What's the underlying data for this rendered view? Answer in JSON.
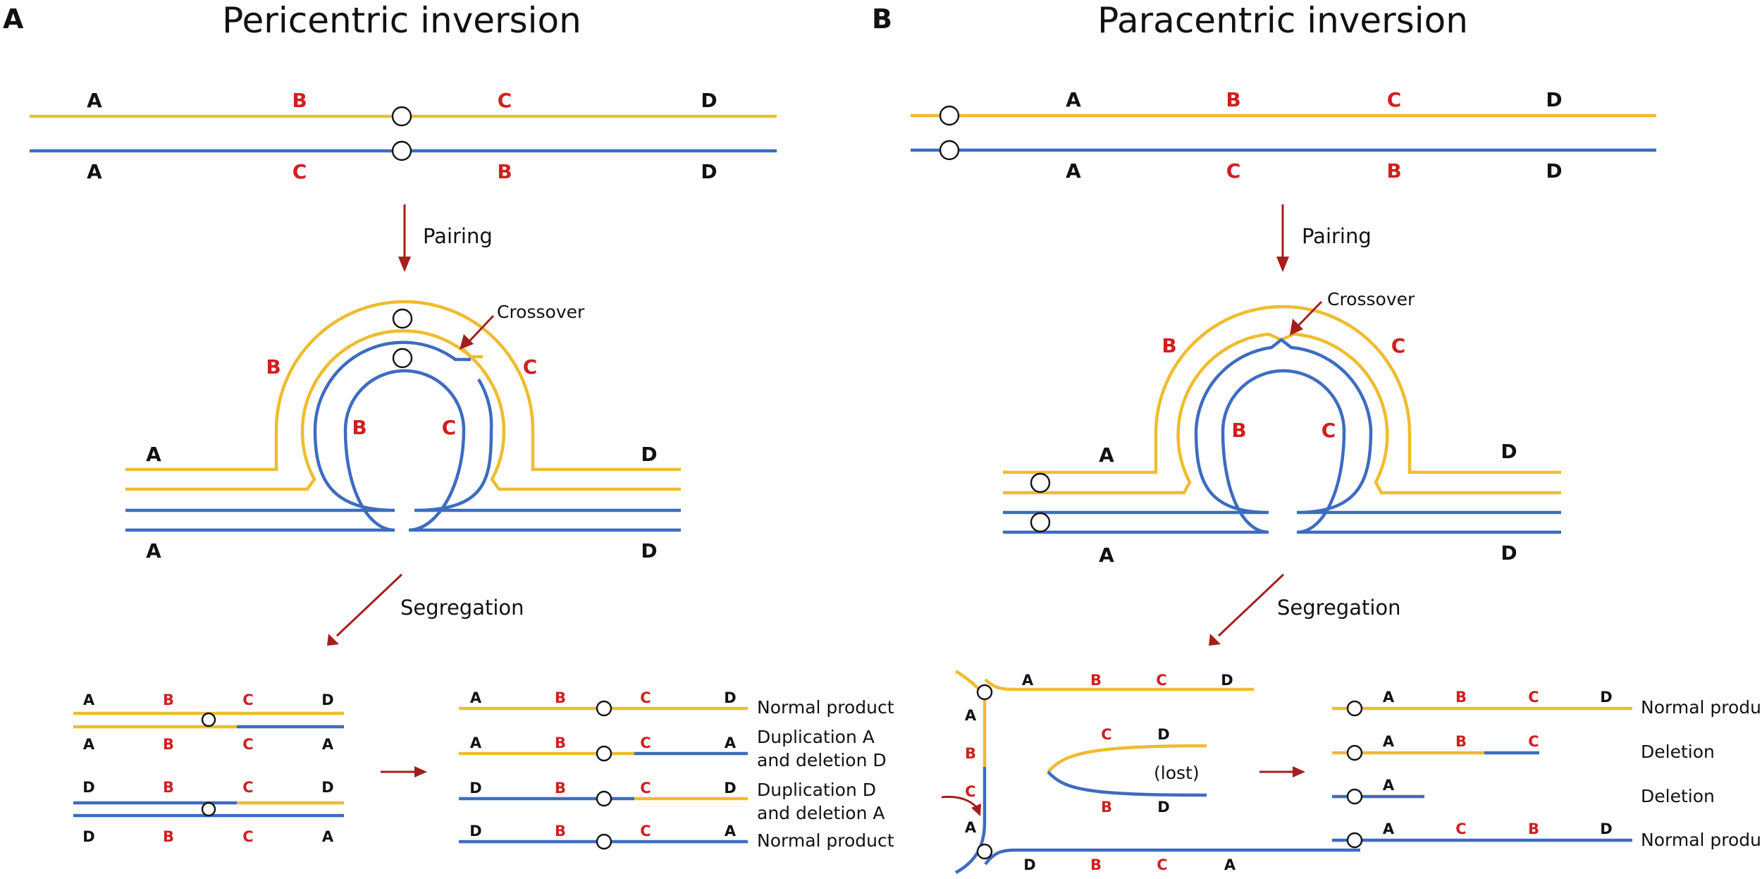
{
  "panel_a": {
    "label": "A",
    "title": "Pericentric inversion",
    "top_yellow_genes": [
      "A",
      "B",
      "C",
      "D"
    ],
    "top_blue_genes": [
      "A",
      "C",
      "B",
      "D"
    ],
    "pairing": "Pairing",
    "crossover": "Crossover",
    "loop_genes": {
      "a_top": "A",
      "b_outer": "B",
      "c_outer": "C",
      "d_top": "D",
      "b_inner": "B",
      "c_inner": "C",
      "a_bottom": "A",
      "d_bottom": "D"
    },
    "segregation": "Segregation",
    "left_products": [
      [
        "A",
        "B",
        "C",
        "D"
      ],
      [
        "A",
        "B",
        "C",
        "A"
      ],
      [
        "D",
        "B",
        "C",
        "D"
      ],
      [
        "D",
        "B",
        "C",
        "A"
      ]
    ],
    "right_products": [
      {
        "genes": [
          "A",
          "B",
          "C",
          "D"
        ],
        "label": [
          "Normal product"
        ]
      },
      {
        "genes": [
          "A",
          "B",
          "C",
          "A"
        ],
        "label": [
          "Duplication  A",
          "and deletion  D"
        ]
      },
      {
        "genes": [
          "D",
          "B",
          "C",
          "D"
        ],
        "label": [
          "Duplication  D",
          "and deletion  A"
        ]
      },
      {
        "genes": [
          "D",
          "B",
          "C",
          "A"
        ],
        "label": [
          "Normal product"
        ]
      }
    ]
  },
  "panel_b": {
    "label": "B",
    "title": "Paracentric inversion",
    "top_yellow_genes": [
      "A",
      "B",
      "C",
      "D"
    ],
    "top_blue_genes": [
      "A",
      "C",
      "B",
      "D"
    ],
    "pairing": "Pairing",
    "crossover": "Crossover",
    "loop_genes": {
      "b_outer": "B",
      "c_outer": "C",
      "a_top": "A",
      "d_top": "D",
      "b_inner": "B",
      "c_inner": "C",
      "a_bottom": "A",
      "d_bottom": "D"
    },
    "segregation": "Segregation",
    "bridge": {
      "top_genes": [
        "A",
        "B",
        "C",
        "D"
      ],
      "side_genes": [
        "A",
        "B",
        "C",
        "A"
      ],
      "bottom_genes": [
        "D",
        "B",
        "C",
        "A"
      ],
      "fragment_top_genes": [
        "C",
        "D"
      ],
      "fragment_bottom_genes": [
        "B",
        "D"
      ],
      "lost": "(lost)"
    },
    "right_products": [
      {
        "genes": [
          "A",
          "B",
          "C",
          "D"
        ],
        "label": "Normal product"
      },
      {
        "genes": [
          "A",
          "B",
          "C"
        ],
        "label": "Deletion"
      },
      {
        "genes": [
          "A"
        ],
        "label": "Deletion"
      },
      {
        "genes": [
          "A",
          "C",
          "B",
          "D"
        ],
        "label": "Normal product"
      }
    ]
  },
  "colors": {
    "normal_chromosome": "#eebc2f",
    "inverted_chromosome": "#3d6cc0",
    "inverted_segment_labels": "#d01f1f",
    "arrows": "#a51d1d"
  }
}
